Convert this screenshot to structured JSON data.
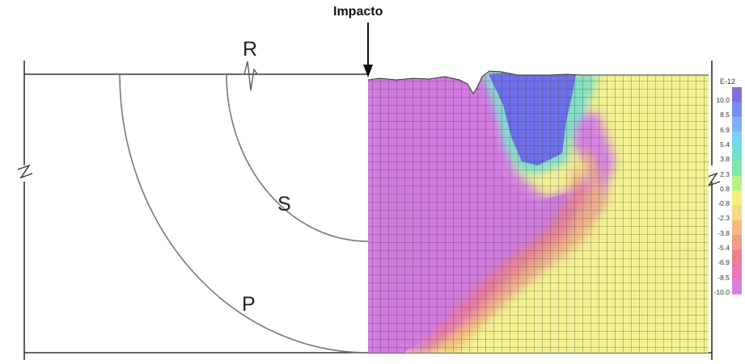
{
  "impact_label": "Impacto",
  "wave_labels": {
    "r": "R",
    "s": "S",
    "p": "P"
  },
  "scale": {
    "exponent": "E-12",
    "ticks": [
      "10.0",
      "8.5",
      "6.9",
      "5.4",
      "3.8",
      "2.3",
      "0.8",
      "-0.8",
      "-2.3",
      "-3.8",
      "-5.4",
      "-6.9",
      "-8.5",
      "-10.0"
    ],
    "colors": [
      "#7f70e0",
      "#7a8cf0",
      "#7fb0f2",
      "#78d3ef",
      "#6fe3d0",
      "#7fe8a8",
      "#b5ef88",
      "#f5f07a",
      "#f5d98a",
      "#f6b980",
      "#f39c86",
      "#ee7f8c",
      "#e878b5",
      "#d57fe0"
    ]
  },
  "colors": {
    "purple": "#d681e3",
    "yellow": "#f2f291",
    "blue": "#6e6ee8",
    "cyan": "#7ad8ef",
    "green": "#86e6a0",
    "orange": "#f3b27a",
    "red": "#ee7a86",
    "mesh": "#444444",
    "outline": "#333333"
  }
}
